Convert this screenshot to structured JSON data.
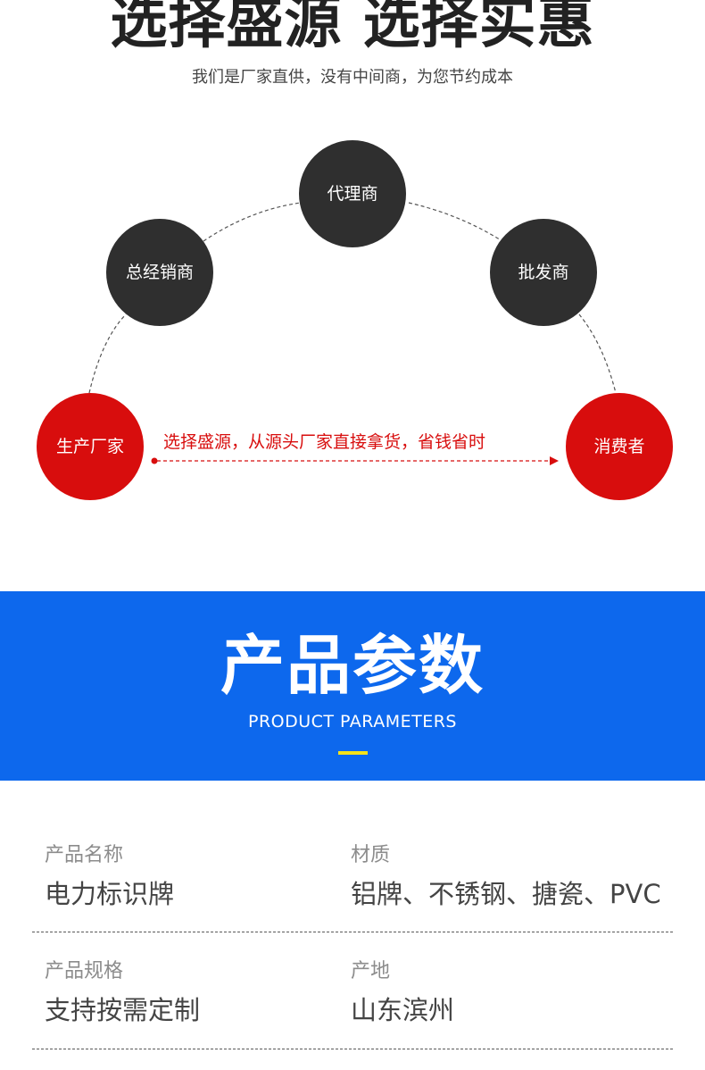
{
  "hero": {
    "title": "选择盛源 选择实惠",
    "subtitle": "我们是厂家直供，没有中间商，为您节约成本"
  },
  "chain": {
    "nodes": {
      "manufacturer": "生产厂家",
      "general_distributor": "总经销商",
      "agent": "代理商",
      "wholesaler": "批发商",
      "consumer": "消费者"
    },
    "direct_route_text": "选择盛源，从源头厂家直接拿货，省钱省时"
  },
  "params_banner": {
    "title": "产品参数",
    "subtitle": "PRODUCT PARAMETERS"
  },
  "params": [
    {
      "label": "产品名称",
      "value": "电力标识牌"
    },
    {
      "label": "材质",
      "value": "铝牌、不锈钢、搪瓷、PVC"
    },
    {
      "label": "产品规格",
      "value": "支持按需定制"
    },
    {
      "label": "产地",
      "value": "山东滨州"
    }
  ],
  "colors": {
    "dark_node": "#2f2f2f",
    "red_accent": "#d80d0d",
    "banner_blue": "#0d68ed",
    "banner_accent_bar": "#f5e21a"
  }
}
